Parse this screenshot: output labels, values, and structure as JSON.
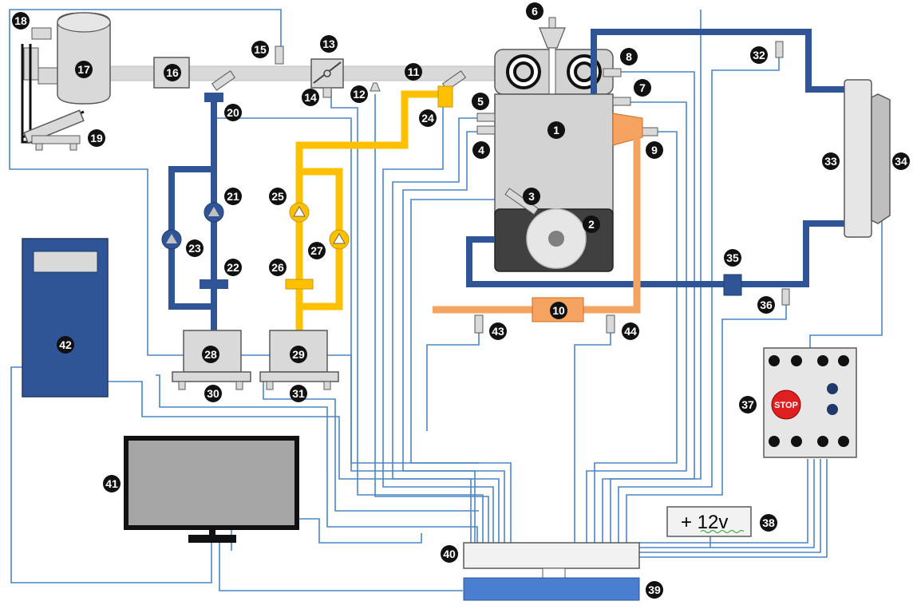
{
  "labels": [
    "1",
    "2",
    "3",
    "4",
    "5",
    "6",
    "7",
    "8",
    "9",
    "10",
    "11",
    "12",
    "13",
    "14",
    "15",
    "16",
    "17",
    "18",
    "19",
    "20",
    "21",
    "22",
    "23",
    "24",
    "25",
    "26",
    "27",
    "28",
    "29",
    "30",
    "31",
    "32",
    "33",
    "34",
    "35",
    "36",
    "37",
    "38",
    "39",
    "40",
    "41",
    "42",
    "43",
    "44"
  ],
  "power_supply": {
    "text": "+ 12v"
  },
  "control_panel": {
    "stop_text": "STOP"
  },
  "colors": {
    "signal_wire": "#4a86c6",
    "coolant": "#2f5597",
    "fuel": "#ffc000",
    "exhaust": "#f4a460",
    "intake": "#d9d9d9",
    "engine": "#d3d3d3",
    "dyno": "#404040",
    "display_screen": "#a6a6a6",
    "daq_blue": "#4a7fd0",
    "pc_unit": "#2f5597",
    "stop_button": "#e02020"
  }
}
